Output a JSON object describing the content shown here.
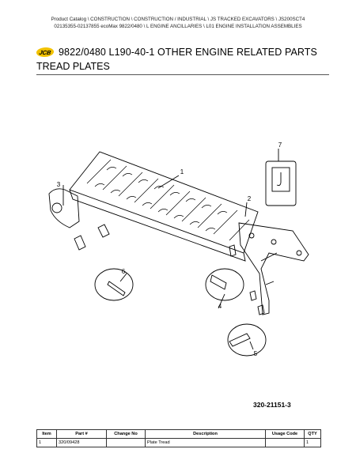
{
  "breadcrumb": {
    "line1": "Product Catalog  \\  CONSTRUCTION  \\  CONSTRUCTION / INDUSTRIAL  \\  JS TRACKED EXCAVATORS  \\  JS200SCT4",
    "line2": "02135355-02137855 ecoMax 9822/0480  \\  L ENGINE ANCILLARIES  \\  L01 ENGINE INSTALLATION ASSEMBLIES"
  },
  "logo_text": "JCB",
  "title": {
    "main": "9822/0480 L190-40-1 OTHER ENGINE RELATED PARTS",
    "sub": "TREAD PLATES"
  },
  "callouts": [
    "1",
    "2",
    "3",
    "4",
    "5",
    "6",
    "7"
  ],
  "figure_ref": "320-21151-3",
  "table": {
    "headers": [
      "Item",
      "Part #",
      "Change No",
      "Description",
      "Usage Code",
      "QTY"
    ],
    "rows": [
      [
        "1",
        "320/09428",
        "",
        "Plate Tread",
        "",
        "1"
      ]
    ]
  }
}
